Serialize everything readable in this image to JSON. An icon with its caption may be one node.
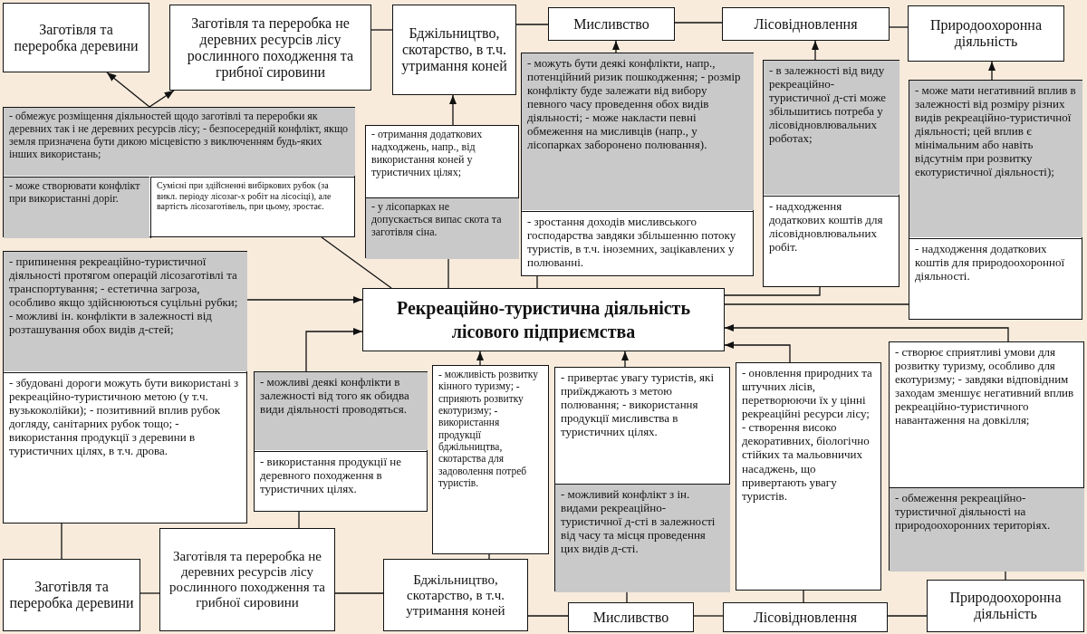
{
  "diagram": {
    "nodes": [
      {
        "text": [
          "Заготівля та переробка деревини"
        ]
      },
      {
        "text": [
          "Заготівля та переробка не деревних ресурсів лісу рослинного походження та грибної сировини"
        ]
      },
      {
        "text": [
          "Бджільництво, скотарство, в т.ч. утримання коней"
        ]
      },
      {
        "text": [
          "Мисливство"
        ]
      },
      {
        "text": [
          "Лісовідновлення"
        ]
      },
      {
        "text": [
          "Природоохоронна діяльність"
        ]
      },
      {
        "text": [
          "- обмежує розміщення діяльностей щодо заготівлі та переробки як деревних так і не деревних ресурсів лісу; - безпосередній конфлікт, якщо земля призначена бути дикою місцевістю з виключенням будь-яких інших використань;",
          "- може створювати конфлікт при використанні доріг.",
          "Сумісні при здійсненні вибіркових рубок (за викл. періоду лісозаг-х робіт на лісосіці), але вартість лісозаготівель, при цьому, зростає."
        ]
      },
      {
        "text": [
          "- отримання додаткових надходжень, напр., від використання коней у туристичних цілях;",
          "- у лісопарках не допускається випас скота та заготівля сіна."
        ]
      },
      {
        "text": [
          "- можуть бути деякі конфлікти, напр., потенційний ризик пошкодження; - розмір конфлікту буде залежати від вибору певного часу проведення обох видів діяльності; - може накласти певні обмеження на мисливців (напр., у лісопарках заборонено полювання).",
          "- зростання доходів мисливського господарства завдяки збільшенню потоку туристів, в т.ч. іноземних, зацікавлених у полюванні."
        ]
      },
      {
        "text": [
          "- в залежності від виду рекреаційно-туристичної д-сті може збільшитись потреба у лісовідновлювальних роботах;",
          "- надходження додаткових коштів для лісовідновлювальних робіт."
        ]
      },
      {
        "text": [
          "- може мати негативний вплив в залежності від розміру різних видів рекреаційно-туристичної діяльності; цей вплив є мінімальним або навіть відсутнім при розвитку екотуристичної діяльності);",
          "- надходження додаткових коштів для природоохоронної діяльності."
        ]
      },
      {
        "text": [
          "Рекреаційно-туристична діяльність лісового підприємства"
        ]
      },
      {
        "text": [
          "- припинення рекреаційно-туристичної діяльності протягом операцій лісозаготівлі та транспортування; - естетична загроза, особливо якщо здійснюються суцільні рубки; - можливі ін. конфлікти в залежності від розташування обох видів д-стей;",
          "- збудовані дороги можуть бути використані з рекреаційно-туристичною метою (у т.ч. вузькоколійки); - позитивний вплив рубок догляду, санітарних рубок тощо; - використання продукції з деревини в туристичних цілях, в т.ч. дрова."
        ]
      },
      {
        "text": [
          "- можливі деякі конфлікти в залежності від того як обидва види діяльності проводяться.",
          "- використання продукції не деревного походження в туристичних цілях."
        ]
      },
      {
        "text": [
          "- можливість розвитку кінного туризму; - сприяють розвитку екотуризму; - використання продукції бджільництва, скотарства для задоволення потреб туристів."
        ]
      },
      {
        "text": [
          "- привертає увагу туристів, які приїжджають з метою полювання; - використання продукції мисливства в туристичних цілях.",
          "- можливий конфлікт з ін. видами рекреаційно-туристичної д-сті в залежності від часу та місця проведення цих видів д-сті."
        ]
      },
      {
        "text": [
          "- оновлення природних та штучних лісів, перетворюючи їх у цінні рекреаційні ресурси лісу; - створення високо декоративних, біологічно стійких та мальовничих насаджень, що привертають увагу туристів."
        ]
      },
      {
        "text": [
          "- створює сприятливі умови для розвитку туризму, особливо для екотуризму; - завдяки відповідним заходам зменшує негативний вплив рекреаційно-туристичного навантаження на довкілля;",
          "- обмеження рекреаційно-туристичної діяльності на природоохоронних територіях."
        ]
      },
      {
        "text": [
          "Заготівля та переробка деревини"
        ]
      },
      {
        "text": [
          "Заготівля та переробка не деревних ресурсів лісу рослинного походження та грибної сировини"
        ]
      },
      {
        "text": [
          "Бджільництво, скотарство, в т.ч. утримання коней"
        ]
      },
      {
        "text": [
          "Мисливство"
        ]
      },
      {
        "text": [
          "Лісовідновлення"
        ]
      },
      {
        "text": [
          "Природоохоронна діяльність"
        ]
      }
    ],
    "edges": [
      {
        "from": 1,
        "to": 2,
        "arrow": "none"
      },
      {
        "from": 2,
        "to": 3,
        "arrow": "none"
      },
      {
        "from": 3,
        "to": 4,
        "arrow": "none"
      },
      {
        "from": 4,
        "to": 5,
        "arrow": "none"
      },
      {
        "from": 6,
        "to": 0,
        "arrow": "to"
      },
      {
        "from": 6,
        "to": 1,
        "arrow": "to"
      },
      {
        "from": 7,
        "to": 2,
        "arrow": "to"
      },
      {
        "from": 8,
        "to": 3,
        "arrow": "to"
      },
      {
        "from": 9,
        "to": 4,
        "arrow": "to"
      },
      {
        "from": 10,
        "to": 5,
        "arrow": "to"
      },
      {
        "from": 6,
        "to": 11,
        "arrow": "none"
      },
      {
        "from": 7,
        "to": 11,
        "arrow": "none"
      },
      {
        "from": 8,
        "to": 11,
        "arrow": "none"
      },
      {
        "from": 9,
        "to": 11,
        "arrow": "none"
      },
      {
        "from": 10,
        "to": 11,
        "arrow": "none"
      },
      {
        "from": 12,
        "to": 11,
        "arrow": "to"
      },
      {
        "from": 13,
        "to": 11,
        "arrow": "to"
      },
      {
        "from": 14,
        "to": 11,
        "arrow": "to"
      },
      {
        "from": 15,
        "to": 11,
        "arrow": "to"
      },
      {
        "from": 16,
        "to": 11,
        "arrow": "to"
      },
      {
        "from": 17,
        "to": 11,
        "arrow": "to"
      },
      {
        "from": 12,
        "to": 18,
        "arrow": "none"
      },
      {
        "from": 13,
        "to": 19,
        "arrow": "none"
      },
      {
        "from": 14,
        "to": 20,
        "arrow": "none"
      },
      {
        "from": 15,
        "to": 21,
        "arrow": "none"
      },
      {
        "from": 16,
        "to": 22,
        "arrow": "none"
      },
      {
        "from": 17,
        "to": 23,
        "arrow": "none"
      },
      {
        "from": 18,
        "to": 19,
        "arrow": "none"
      },
      {
        "from": 19,
        "to": 20,
        "arrow": "none"
      },
      {
        "from": 20,
        "to": 21,
        "arrow": "none"
      },
      {
        "from": 21,
        "to": 22,
        "arrow": "none"
      },
      {
        "from": 22,
        "to": 23,
        "arrow": "none"
      }
    ]
  }
}
